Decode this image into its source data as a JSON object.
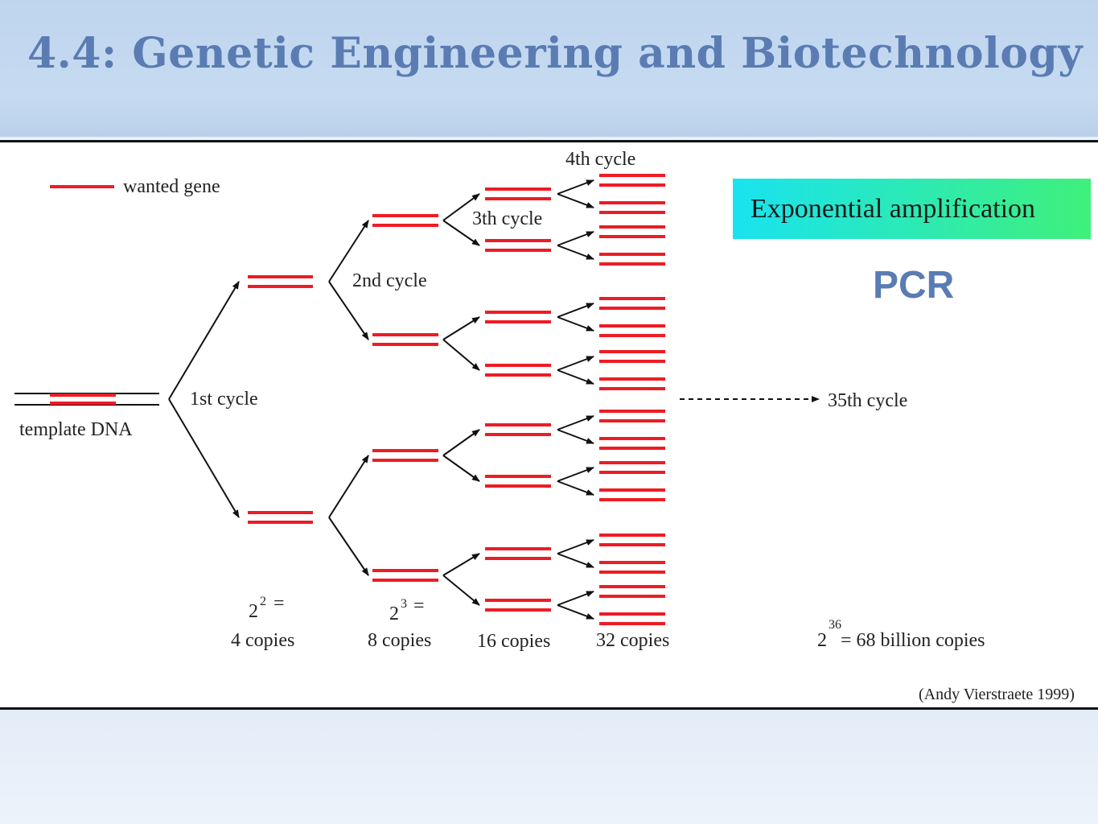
{
  "slide": {
    "title": "4.4: Genetic Engineering and Biotechnology"
  },
  "figure": {
    "legend_label": "wanted gene",
    "template_label": "template DNA",
    "cycle_labels": [
      "1st cycle",
      "2nd cycle",
      "3th cycle",
      "4th cycle",
      "35th cycle"
    ],
    "counts": {
      "c4": {
        "base": "2",
        "exp": "2",
        "eq": "=",
        "copies": "4 copies"
      },
      "c8": {
        "base": "2",
        "exp": "3",
        "eq": "=",
        "copies": "8 copies"
      },
      "c16": {
        "copies": "16 copies"
      },
      "c32": {
        "copies": "32 copies"
      },
      "final": {
        "base": "2",
        "exp": "36",
        "copies": "= 68 billion copies"
      }
    },
    "banner_text": "Exponential amplification",
    "pcr_label": "PCR",
    "credit": "(Andy Vierstraete 1999)"
  },
  "colors": {
    "title": "#5a7cb3",
    "gene": "#ee1c24",
    "pcr": "#5a7cb3",
    "banner_start": "#19e3f0",
    "banner_end": "#3ff07a"
  }
}
